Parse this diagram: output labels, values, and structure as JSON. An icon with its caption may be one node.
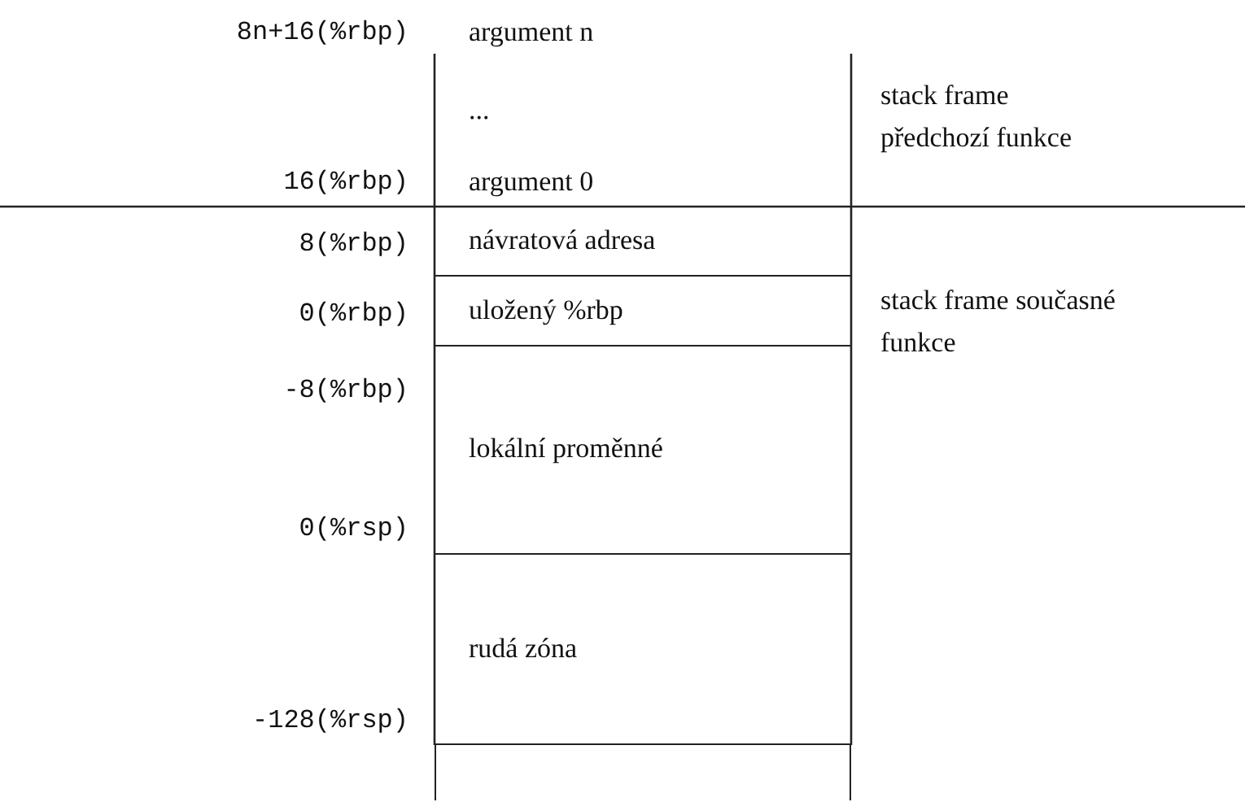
{
  "diagram": {
    "nodes": [
      {
        "text": [
          "argument n",
          "...",
          "argument 0"
        ]
      },
      {
        "text": [
          "návratová adresa"
        ]
      },
      {
        "text": [
          "uložený %rbp"
        ]
      },
      {
        "text": [
          "lokální proměnné"
        ]
      },
      {
        "text": [
          "rudá zóna"
        ]
      },
      {
        "text": [],
        "shape": "box"
      }
    ],
    "labels": [
      "8n+16(%rbp)",
      "16(%rbp)",
      "8(%rbp)",
      "0(%rbp)",
      "-8(%rbp)",
      "0(%rsp)",
      "-128(%rsp)",
      "stack frame předchozí funkce",
      "stack frame současné funkce"
    ]
  }
}
